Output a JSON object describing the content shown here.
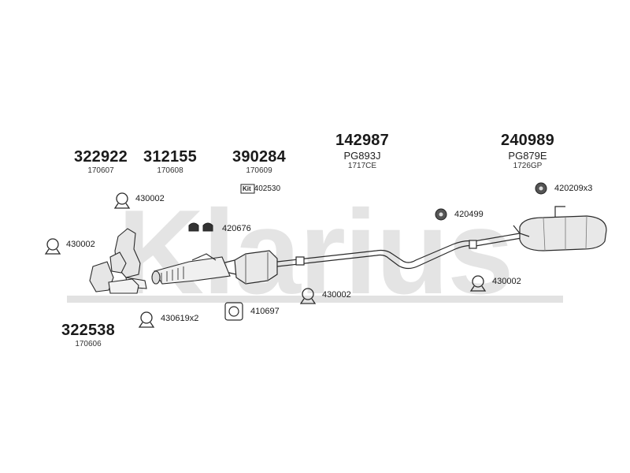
{
  "watermark": "Klarius",
  "parts": {
    "p322922": {
      "number": "322922",
      "ref": "170607"
    },
    "p312155": {
      "number": "312155",
      "ref": "170608"
    },
    "p390284": {
      "number": "390284",
      "ref": "170609",
      "kit_tag": "Kit",
      "kit_number": "402530"
    },
    "p142987": {
      "number": "142987",
      "code": "PG893J",
      "ref": "1717CE"
    },
    "p240989": {
      "number": "240989",
      "code": "PG879E",
      "ref": "1726GP"
    },
    "p322538": {
      "number": "322538",
      "ref": "170606"
    }
  },
  "fittings": {
    "clamp_top_left": "430002",
    "clamp_left": "430002",
    "gasket_pair": "420676",
    "mount_mid": "420499",
    "mount_right": "420209x3",
    "clamp_right": "430002",
    "clamp_center": "430002",
    "clamp_lower": "430619x2",
    "flange_gasket": "410697"
  }
}
